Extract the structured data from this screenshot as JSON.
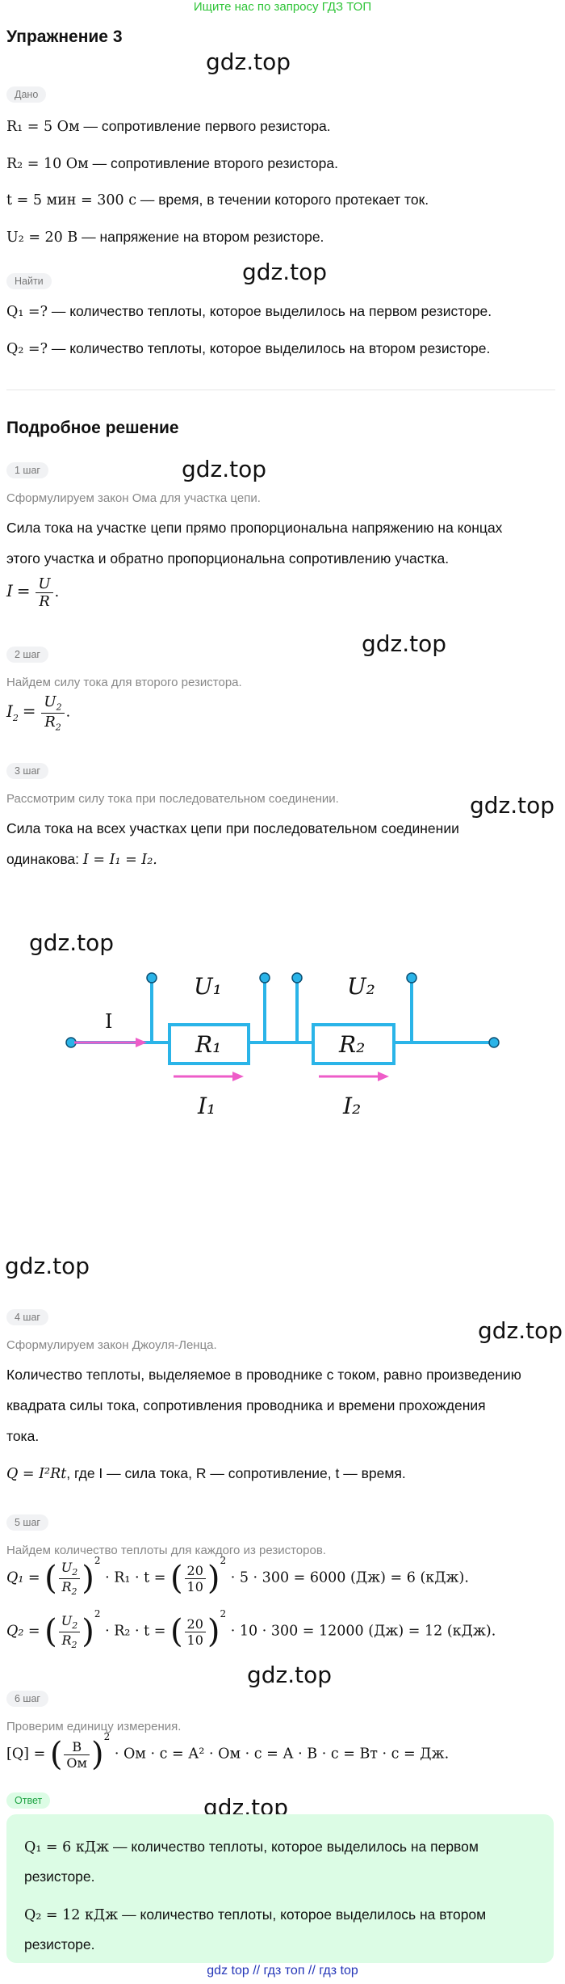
{
  "header": {
    "link": "Ищите нас по запросу ГДЗ ТОП"
  },
  "title": "Упражнение 3",
  "watermark": "gdz.top",
  "given": {
    "tag": "Дано",
    "lines": [
      {
        "formula": "R₁ = 5 Ом",
        "text": " — сопротивление первого резистора."
      },
      {
        "formula": "R₂ = 10 Ом",
        "text": " — сопротивление второго резистора."
      },
      {
        "formula": "t = 5 мин = 300 с",
        "text": " — время, в течении которого протекает ток."
      },
      {
        "formula": "U₂ = 20 В",
        "text": " — напряжение на втором резисторе."
      }
    ]
  },
  "find": {
    "tag": "Найти",
    "lines": [
      {
        "formula": "Q₁ =?",
        "text": " — количество теплоты, которое выделилось на первом резисторе."
      },
      {
        "formula": "Q₂ =?",
        "text": " — количество теплоты, которое выделилось на втором резисторе."
      }
    ]
  },
  "solution": {
    "title": "Подробное решение",
    "step1": {
      "tag": "1 шаг",
      "hint": "Сформулируем закон Ома для участка цепи.",
      "text1": "Сила тока на участке цепи прямо пропорциональна напряжению на концах",
      "text2": "этого участка и обратно пропорциональна сопротивлению участка."
    },
    "step2": {
      "tag": "2 шаг",
      "hint": "Найдем силу тока для второго резистора."
    },
    "step3": {
      "tag": "3 шаг",
      "hint": "Рассмотрим силу тока при последовательном соединении.",
      "text1": "Сила тока на всех участках цепи при последовательном соединении",
      "text2": "одинакова: ",
      "formula": "I = I₁ = I₂."
    },
    "circuit": {
      "current": "I",
      "u1": "U₁",
      "u2": "U₂",
      "r1": "R₁",
      "r2": "R₂",
      "i1": "I₁",
      "i2": "I₂",
      "wire_color": "#2ab4e8",
      "arrow_color": "#ee5cc8"
    },
    "step4": {
      "tag": "4 шаг",
      "hint": "Сформулируем закон Джоуля-Ленца.",
      "text1": "Количество теплоты, выделяемое в проводнике с током, равно произведению",
      "text2": "квадрата силы тока, сопротивления проводника и времени прохождения",
      "text3": "тока.",
      "formula": "Q = I²Rt",
      "rest": ", где I — сила тока, R — сопротивление, t — время."
    },
    "step5": {
      "tag": "5 шаг",
      "hint": "Найдем количество теплоты для каждого из резисторов.",
      "q1": {
        "lhs": "Q₁ =",
        "mid": "· R₁ · t =",
        "tail": "· 5 · 300 = 6000 (Дж) = 6 (кДж).",
        "num": "20",
        "den": "10"
      },
      "q2": {
        "lhs": "Q₂ =",
        "mid": "· R₂ · t =",
        "tail": "· 10 · 300 = 12000 (Дж) = 12 (кДж).",
        "num": "20",
        "den": "10"
      }
    },
    "step6": {
      "tag": "6 шаг",
      "hint": "Проверим единицу измерения.",
      "lhs": "[Q] =",
      "num": "В",
      "den": "Ом",
      "tail": "· Ом · с = А² · Ом · с = А · В · с = Вт · с = Дж."
    }
  },
  "answer": {
    "tag": "Ответ",
    "line1_formula": "Q₁ = 6 кДж",
    "line1_text": " — количество теплоты, которое выделилось на первом",
    "line1_cont": "резисторе.",
    "line2_formula": "Q₂ = 12 кДж",
    "line2_text": " — количество теплоты, которое выделилось на втором",
    "line2_cont": "резисторе."
  },
  "footer": {
    "link": "gdz top // гдз топ // гдз top"
  },
  "colors": {
    "link_green": "#2ec437",
    "answer_bg": "#dcfce5",
    "footer_blue": "#2436b8"
  }
}
